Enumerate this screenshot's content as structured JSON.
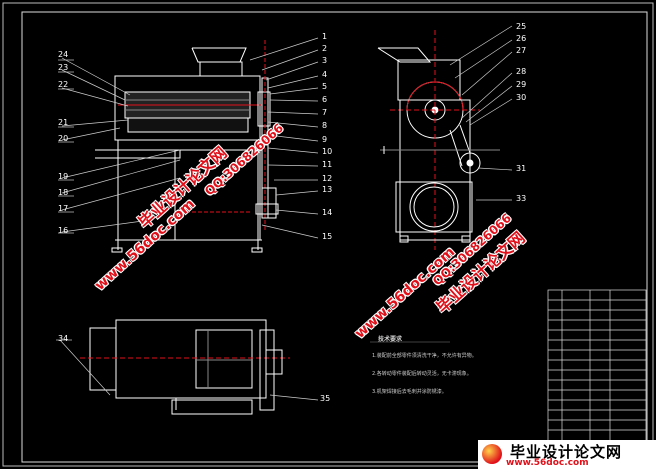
{
  "drawing": {
    "front_view_labels_right": [
      "1",
      "2",
      "3",
      "4",
      "5",
      "6",
      "7",
      "8",
      "9",
      "10",
      "11",
      "12",
      "13",
      "14",
      "15"
    ],
    "front_view_labels_left": [
      "24",
      "23",
      "22",
      "21",
      "20",
      "19",
      "18",
      "17",
      "16"
    ],
    "side_view_labels": [
      "25",
      "26",
      "27",
      "28",
      "29",
      "30",
      "31",
      "33"
    ],
    "plan_view_labels": [
      "34",
      "35"
    ],
    "notes_title": "技术要求",
    "notes_lines": [
      "1.装配前全部零件须清洗干净，不允许有异物。",
      "2.各转动零件装配后转动灵活，无卡滞现象。",
      "3.机架焊接后去毛刺并涂防锈漆。"
    ]
  },
  "watermarks": {
    "site_cn": "毕业设计论文网",
    "site_url": "www.56doc.com",
    "qq": "QQ:306826066"
  },
  "footer": {
    "logo_cn": "毕业设计论文网",
    "logo_url": "www.56doc.com"
  },
  "colors": {
    "background": "#000000",
    "line": "#ffffff",
    "center_line": "#e0101a",
    "watermark": "#e0101a"
  }
}
